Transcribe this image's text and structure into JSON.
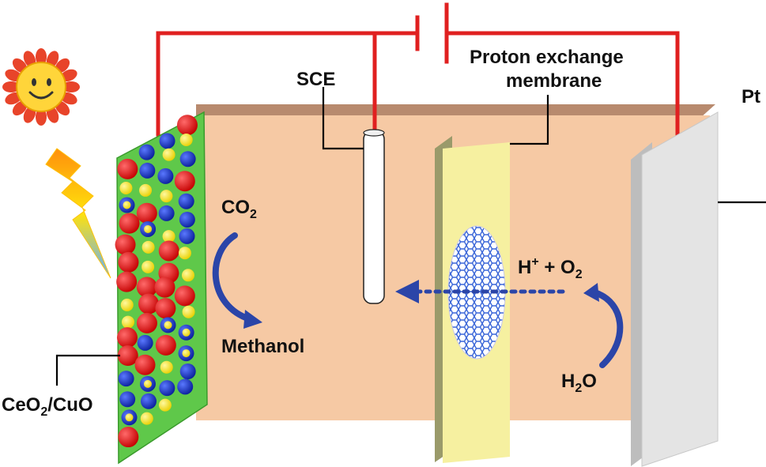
{
  "labels": {
    "sce": "SCE",
    "membrane_line1": "Proton exchange",
    "membrane_line2": "membrane",
    "pt": "Pt",
    "co2_main": "CO",
    "co2_sub": "2",
    "methanol": "Methanol",
    "hplus_main": "H",
    "hplus_sup": "+",
    "hplus_rest": " + O",
    "hplus_sub": "2",
    "h2o_h": "H",
    "h2o_sub": "2",
    "h2o_o": "O",
    "cathode_main1": "CeO",
    "cathode_sub": "2",
    "cathode_main2": "/CuO"
  },
  "colors": {
    "wire": "#e02020",
    "electrolyte": "#f6c9a4",
    "electrolyte_top": "#b88a6e",
    "electrode": "#5fc84a",
    "membrane": "#f6f0a0",
    "pt_plate": "#e4e4e4",
    "arrow": "#2b45a8",
    "sun_petal": "#e8442a",
    "sun_face": "#ffd53a"
  },
  "icons": {
    "sun": "smiling-sun-icon",
    "light": "lightning-bolt-icon"
  }
}
